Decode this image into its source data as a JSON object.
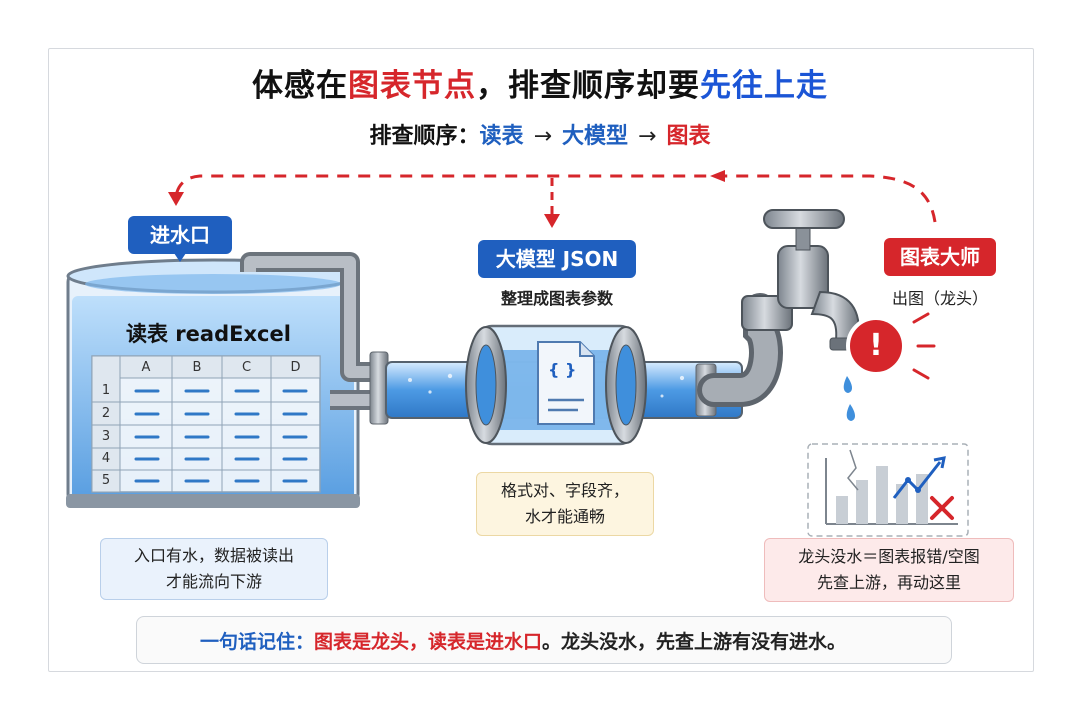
{
  "title": {
    "part1": "体感在",
    "part2": "图表节点",
    "part3": "，排查顺序却要",
    "part4": "先往上走"
  },
  "order": {
    "label": "排查顺序：",
    "step1": "读表",
    "arrow1": "→",
    "step2": "大模型",
    "arrow2": "→",
    "step3": "图表"
  },
  "inlet": {
    "tag": "进水口",
    "tank_title": "读表 readExcel",
    "columns": [
      "A",
      "B",
      "C",
      "D"
    ],
    "rows": [
      "1",
      "2",
      "3",
      "4",
      "5"
    ],
    "note_line1": "入口有水，数据被读出",
    "note_line2": "才能流向下游"
  },
  "middle": {
    "tag": "大模型 JSON",
    "subtitle": "整理成图表参数",
    "doc_glyph": "{ }",
    "note_line1": "格式对、字段齐，",
    "note_line2": "水才能通畅"
  },
  "outlet": {
    "tag": "图表大师",
    "subtitle": "出图（龙头）",
    "alert_glyph": "!",
    "note_line1": "龙头没水＝图表报错/空图",
    "note_line2": "先查上游，再动这里"
  },
  "summary": {
    "lead": "一句话记住：",
    "red_part": "图表是龙头，读表是进水口",
    "rest": "。龙头没水，先查上游有没有进水。"
  },
  "colors": {
    "red": "#d6262b",
    "blue": "#1f5fbf",
    "water": "#5aa2e6"
  }
}
